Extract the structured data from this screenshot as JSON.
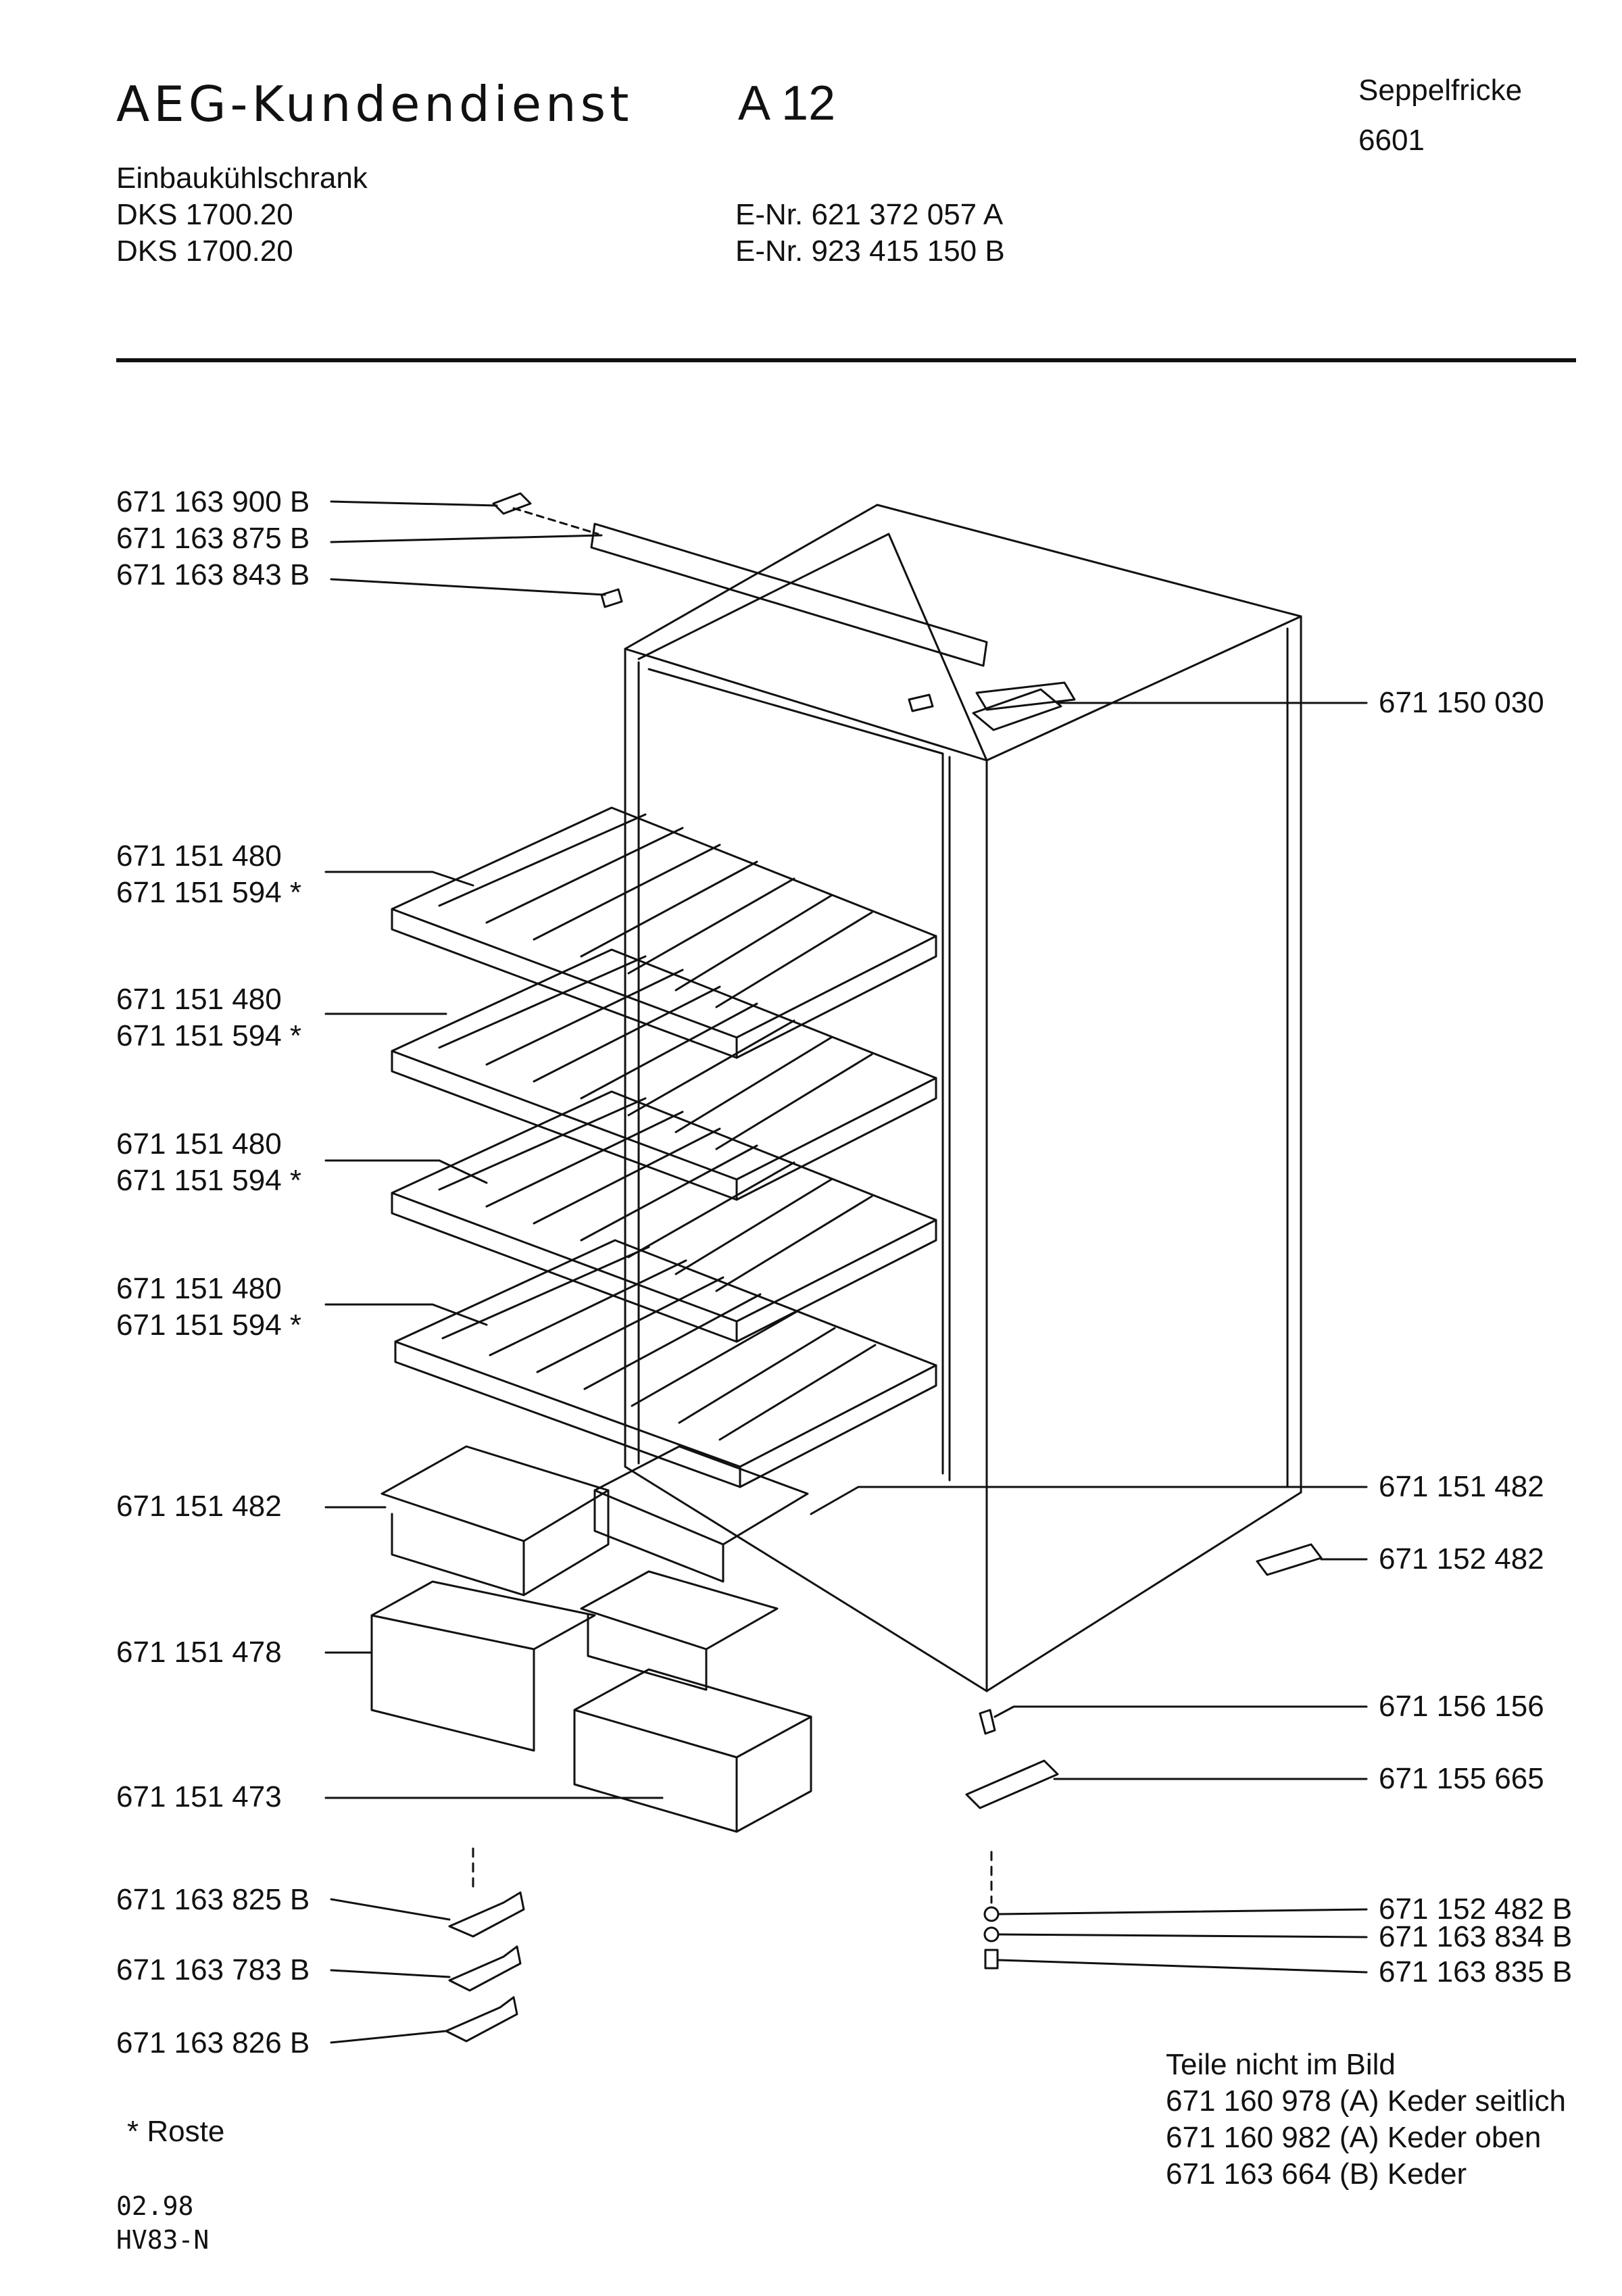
{
  "header": {
    "brand": "AEG-Kundendienst",
    "model_code": "A 12",
    "dealer_name": "Seppelfricke",
    "dealer_code": "6601",
    "product_type": "Einbaukühlschrank",
    "models": [
      "DKS 1700.20",
      "DKS 1700.20"
    ],
    "enrs": [
      "E-Nr. 621 372 057 A",
      "E-Nr. 923 415 150 B"
    ]
  },
  "left_parts": [
    {
      "lines": [
        "671 163 900 B"
      ]
    },
    {
      "lines": [
        "671 163 875 B"
      ]
    },
    {
      "lines": [
        "671 163 843 B"
      ]
    },
    {
      "lines": [
        "671 151 480",
        "671 151 594 *"
      ]
    },
    {
      "lines": [
        "671 151 480",
        "671 151 594 *"
      ]
    },
    {
      "lines": [
        "671 151 480",
        "671 151 594 *"
      ]
    },
    {
      "lines": [
        "671 151 480",
        "671 151 594 *"
      ]
    },
    {
      "lines": [
        "671 151 482"
      ]
    },
    {
      "lines": [
        "671 151 478"
      ]
    },
    {
      "lines": [
        "671 151 473"
      ]
    },
    {
      "lines": [
        "671 163 825 B"
      ]
    },
    {
      "lines": [
        "671 163 783 B"
      ]
    },
    {
      "lines": [
        "671 163 826 B"
      ]
    }
  ],
  "right_parts": [
    {
      "lines": [
        "671 150 030"
      ]
    },
    {
      "lines": [
        "671 151 482"
      ]
    },
    {
      "lines": [
        "671 152 482"
      ]
    },
    {
      "lines": [
        "671 156 156"
      ]
    },
    {
      "lines": [
        "671 155 665"
      ]
    },
    {
      "lines": [
        "671 152 482 B"
      ]
    },
    {
      "lines": [
        "671 163 834 B"
      ]
    },
    {
      "lines": [
        "671 163 835 B"
      ]
    }
  ],
  "parts_not_shown": {
    "heading": "Teile nicht im Bild",
    "items": [
      "671 160 978 (A) Keder seitlich",
      "671 160 982 (A) Keder oben",
      "671 163 664 (B) Keder"
    ]
  },
  "footnote": "* Roste",
  "footer": {
    "date": "02.98",
    "code": "HV83-N"
  }
}
